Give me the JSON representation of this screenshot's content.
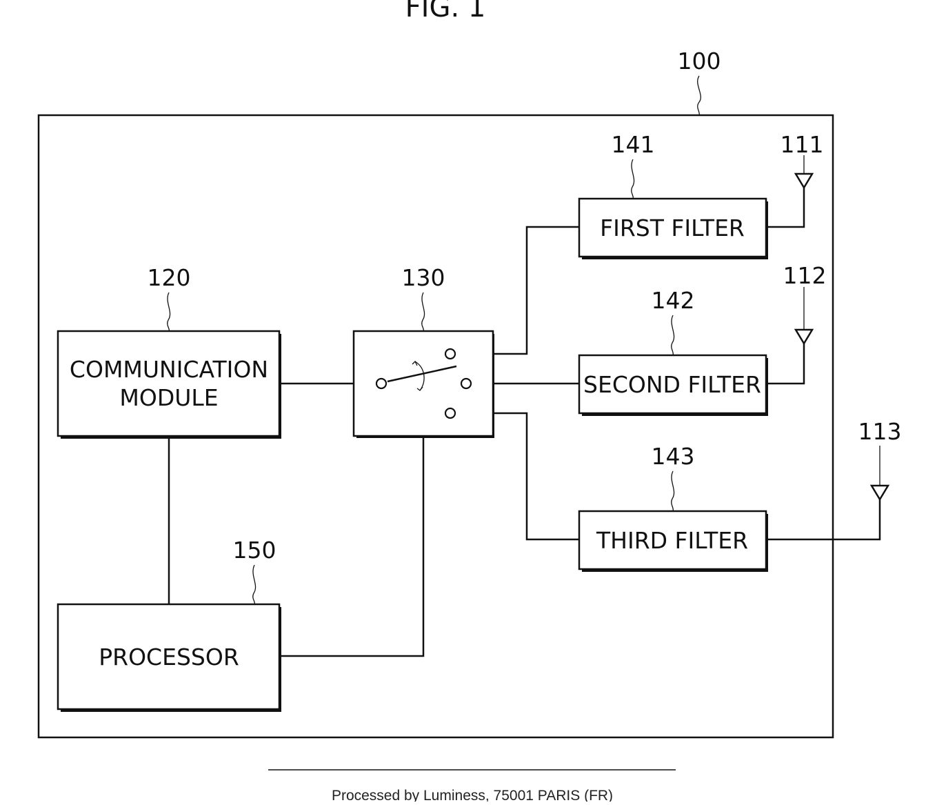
{
  "figure_title": "FIG. 1",
  "device": {
    "ref": "100"
  },
  "communication_module": {
    "ref": "120",
    "label_line1": "COMMUNICATION",
    "label_line2": "MODULE"
  },
  "switch": {
    "ref": "130"
  },
  "processor": {
    "ref": "150",
    "label": "PROCESSOR"
  },
  "filters": [
    {
      "ref": "141",
      "label": "FIRST FILTER"
    },
    {
      "ref": "142",
      "label": "SECOND FILTER"
    },
    {
      "ref": "143",
      "label": "THIRD FILTER"
    }
  ],
  "antennas": [
    {
      "ref": "111"
    },
    {
      "ref": "112"
    },
    {
      "ref": "113"
    }
  ],
  "footer": {
    "text": "Processed by Luminess, 75001 PARIS (FR)"
  }
}
